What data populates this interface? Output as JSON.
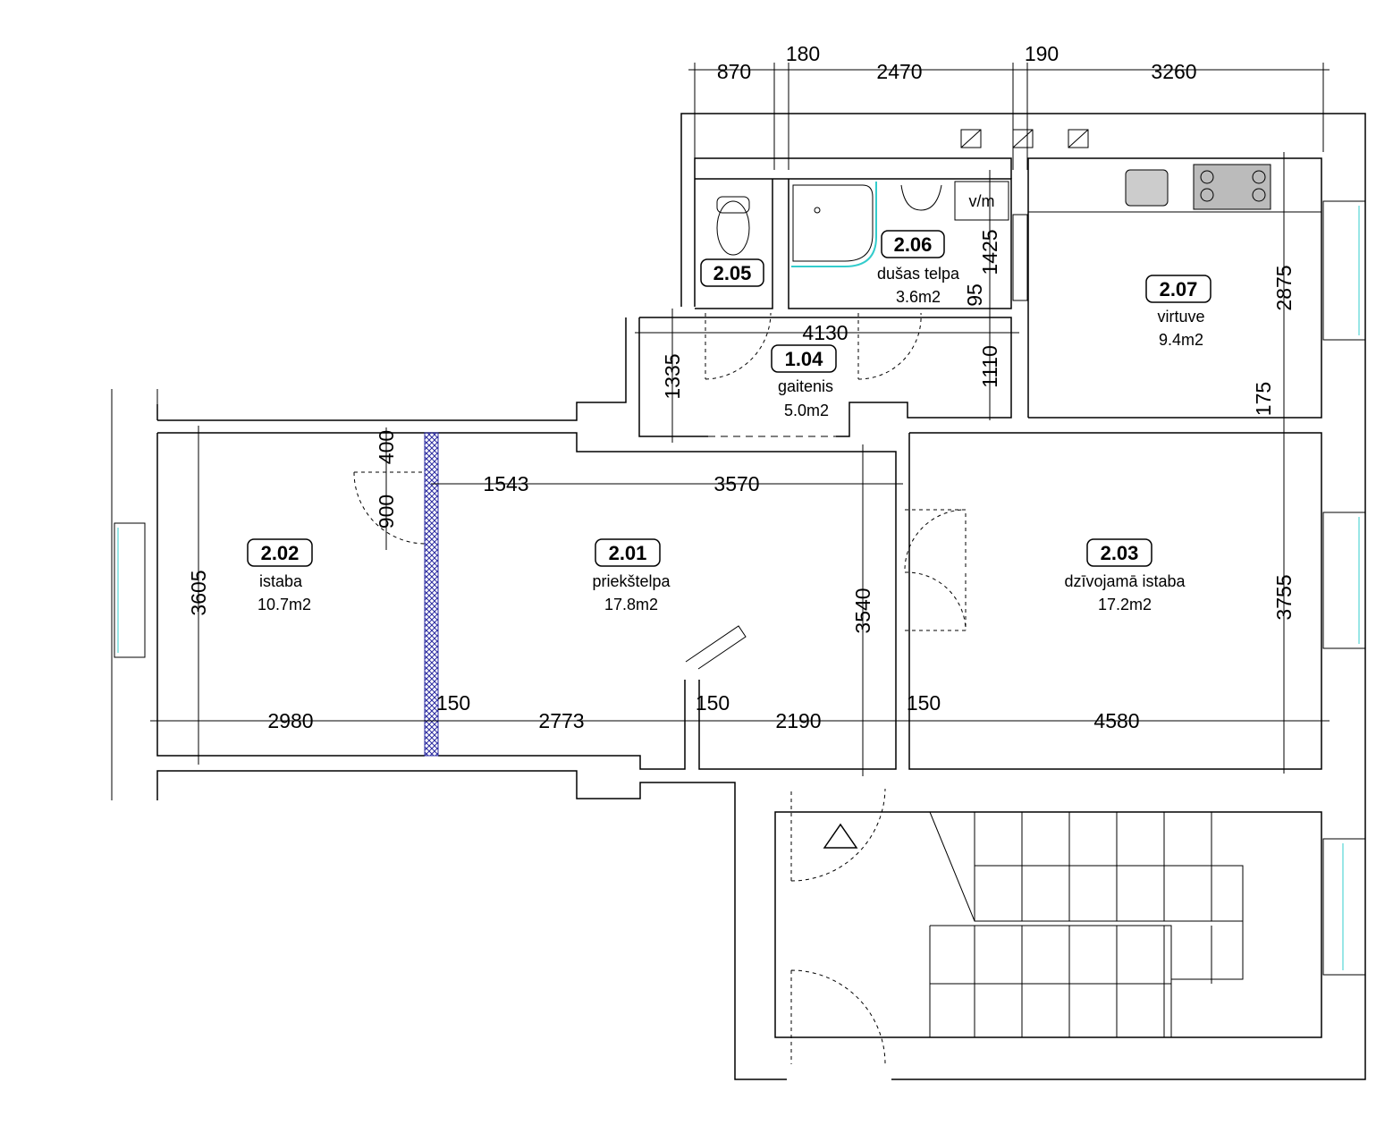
{
  "rooms": [
    {
      "id": "2.05",
      "name": "",
      "area": ""
    },
    {
      "id": "2.06",
      "name": "dušas telpa",
      "area": "3.6m2"
    },
    {
      "id": "2.07",
      "name": "virtuve",
      "area": "9.4m2"
    },
    {
      "id": "1.04",
      "name": "gaitenis",
      "area": "5.0m2"
    },
    {
      "id": "2.02",
      "name": "istaba",
      "area": "10.7m2"
    },
    {
      "id": "2.01",
      "name": "priekštelpa",
      "area": "17.8m2"
    },
    {
      "id": "2.03",
      "name": "dzīvojamā istaba",
      "area": "17.2m2"
    }
  ],
  "fixture_labels": {
    "washing_machine": "v/m"
  },
  "dims": {
    "top": [
      "870",
      "180",
      "2470",
      "190",
      "3260"
    ],
    "d1425": "1425",
    "d95": "95",
    "d4130": "4130",
    "d1335": "1335",
    "d1110": "1110",
    "d2875": "2875",
    "d175": "175",
    "d400": "400",
    "d900": "900",
    "d1543": "1543",
    "d3570": "3570",
    "d3605": "3605",
    "d3540": "3540",
    "d3755": "3755",
    "bottom": [
      "2980",
      "150",
      "2773",
      "150",
      "2190",
      "150",
      "4580"
    ]
  },
  "colors": {
    "wall": "#000000",
    "shower": "#33cccc",
    "partition": "#2a2aa0"
  }
}
